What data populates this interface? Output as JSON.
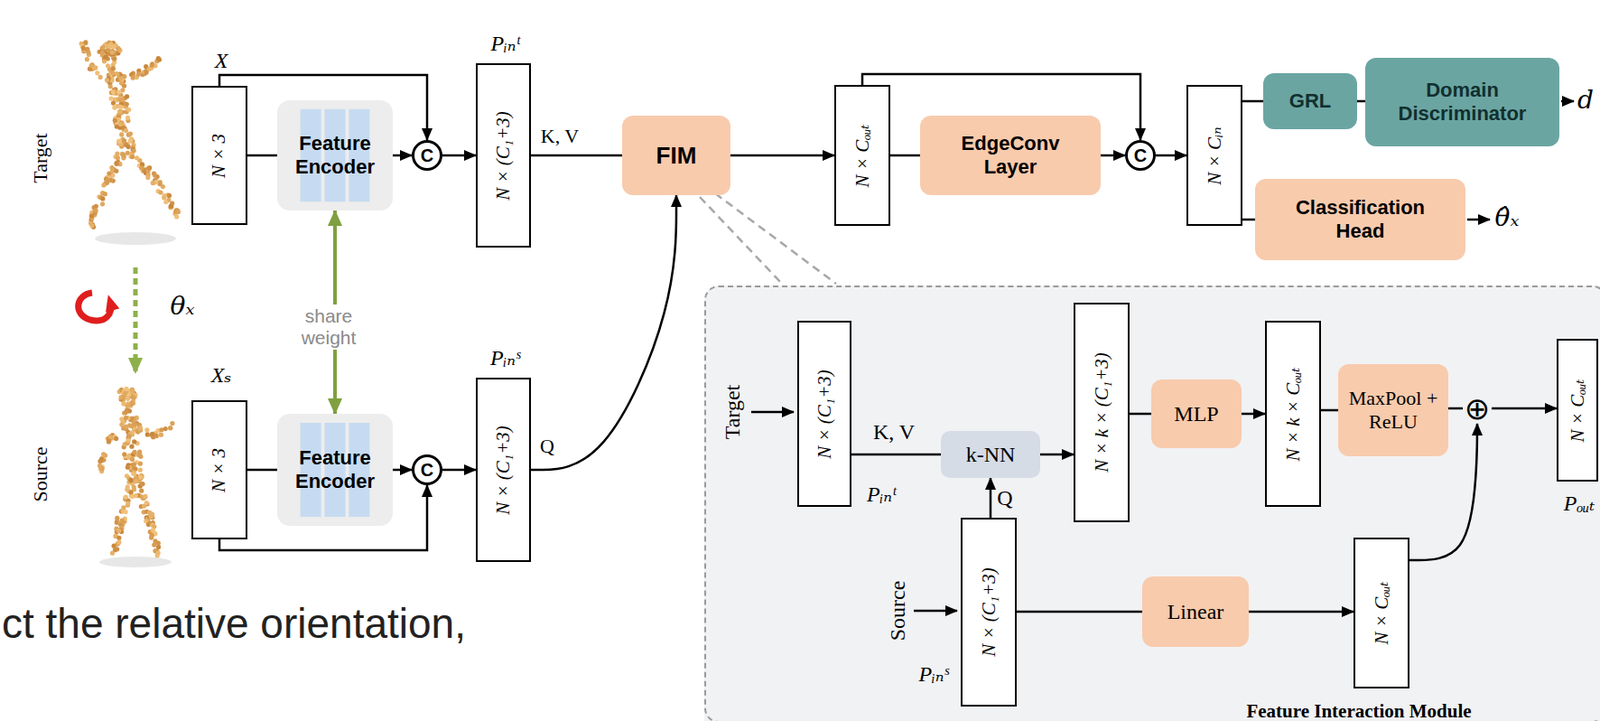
{
  "diagram": {
    "nodes": [
      {
        "text": [
          "X",
          "N × 3"
        ]
      },
      {
        "text": [
          "Feature Encoder"
        ]
      },
      {
        "text": [
          "C"
        ]
      },
      {
        "text": [
          "Pᵢₙᵗ",
          "N × (C₁+3)"
        ]
      },
      {
        "text": [
          "Xₛ",
          "N × 3"
        ]
      },
      {
        "text": [
          "Feature Encoder"
        ]
      },
      {
        "text": [
          "C"
        ]
      },
      {
        "text": [
          "Pᵢₙˢ",
          "N × (C₁+3)"
        ]
      },
      {
        "text": [
          "FIM"
        ]
      },
      {
        "text": [
          "N × Cₒᵤₜ"
        ]
      },
      {
        "text": [
          "EdgeConv Layer"
        ]
      },
      {
        "text": [
          "C"
        ]
      },
      {
        "text": [
          "N × Cᵢₙ"
        ]
      },
      {
        "text": [
          "GRL"
        ]
      },
      {
        "text": [
          "Domain Discriminator"
        ]
      },
      {
        "text": [
          "Classification Head"
        ]
      },
      {
        "text": [
          "Feature Interaction Module"
        ]
      },
      {
        "text": [
          "N × (C₁+3)",
          "Pᵢₙᵗ"
        ],
        "in": 16
      },
      {
        "text": [
          "k-NN"
        ],
        "in": 16
      },
      {
        "text": [
          "N × k × (C₁+3)"
        ],
        "in": 16
      },
      {
        "text": [
          "MLP"
        ],
        "in": 16
      },
      {
        "text": [
          "N × k × Cₒᵤₜ"
        ],
        "in": 16
      },
      {
        "text": [
          "MaxPool + ReLU"
        ],
        "in": 16
      },
      {
        "text": [
          "⊕"
        ],
        "in": 16
      },
      {
        "text": [
          "N × Cₒᵤₜ",
          "Pₒᵤₜ"
        ],
        "in": 16
      },
      {
        "text": [
          "N × (C₁+3)",
          "Pᵢₙˢ"
        ],
        "in": 16
      },
      {
        "text": [
          "Linear"
        ],
        "in": 16
      },
      {
        "text": [
          "N × Cₒᵤₜ"
        ],
        "in": 16
      }
    ],
    "edges": [
      {
        "from": 0,
        "to": 1,
        "arrow": "none"
      },
      {
        "from": 1,
        "to": 2,
        "arrow": "to"
      },
      {
        "from": 0,
        "to": 2,
        "arrow": "to"
      },
      {
        "from": 2,
        "to": 3,
        "arrow": "to"
      },
      {
        "from": 1,
        "to": 5,
        "arrow": "both",
        "label": "share weight"
      },
      {
        "from": 4,
        "to": 5,
        "arrow": "none"
      },
      {
        "from": 5,
        "to": 6,
        "arrow": "to"
      },
      {
        "from": 4,
        "to": 6,
        "arrow": "to"
      },
      {
        "from": 6,
        "to": 7,
        "arrow": "to"
      },
      {
        "from": 3,
        "to": 8,
        "arrow": "none",
        "label": "K, V"
      },
      {
        "from": 7,
        "to": 8,
        "arrow": "to",
        "label": "Q"
      },
      {
        "from": 8,
        "to": 9,
        "arrow": "to"
      },
      {
        "from": 9,
        "to": 10,
        "arrow": "none"
      },
      {
        "from": 10,
        "to": 11,
        "arrow": "to"
      },
      {
        "from": 9,
        "to": 11,
        "arrow": "to"
      },
      {
        "from": 11,
        "to": 12,
        "arrow": "to"
      },
      {
        "from": 12,
        "to": 13,
        "arrow": "none"
      },
      {
        "from": 13,
        "to": 14,
        "arrow": "none"
      },
      {
        "from": 12,
        "to": 15,
        "arrow": "none"
      },
      {
        "from": 17,
        "to": 18,
        "arrow": "none",
        "label": "K, V"
      },
      {
        "from": 25,
        "to": 18,
        "arrow": "to",
        "label": "Q"
      },
      {
        "from": 18,
        "to": 19,
        "arrow": "to"
      },
      {
        "from": 19,
        "to": 20,
        "arrow": "none"
      },
      {
        "from": 20,
        "to": 21,
        "arrow": "to"
      },
      {
        "from": 21,
        "to": 22,
        "arrow": "none"
      },
      {
        "from": 22,
        "to": 23,
        "arrow": "none"
      },
      {
        "from": 23,
        "to": 24,
        "arrow": "to"
      },
      {
        "from": 25,
        "to": 26,
        "arrow": "none"
      },
      {
        "from": 26,
        "to": 27,
        "arrow": "to"
      },
      {
        "from": 27,
        "to": 23,
        "arrow": "to"
      }
    ],
    "labels": [
      "Target",
      "Source",
      "θₓ",
      "d",
      "θ̂ₓ",
      "Target",
      "Source",
      "ct the relative orientation,"
    ]
  }
}
